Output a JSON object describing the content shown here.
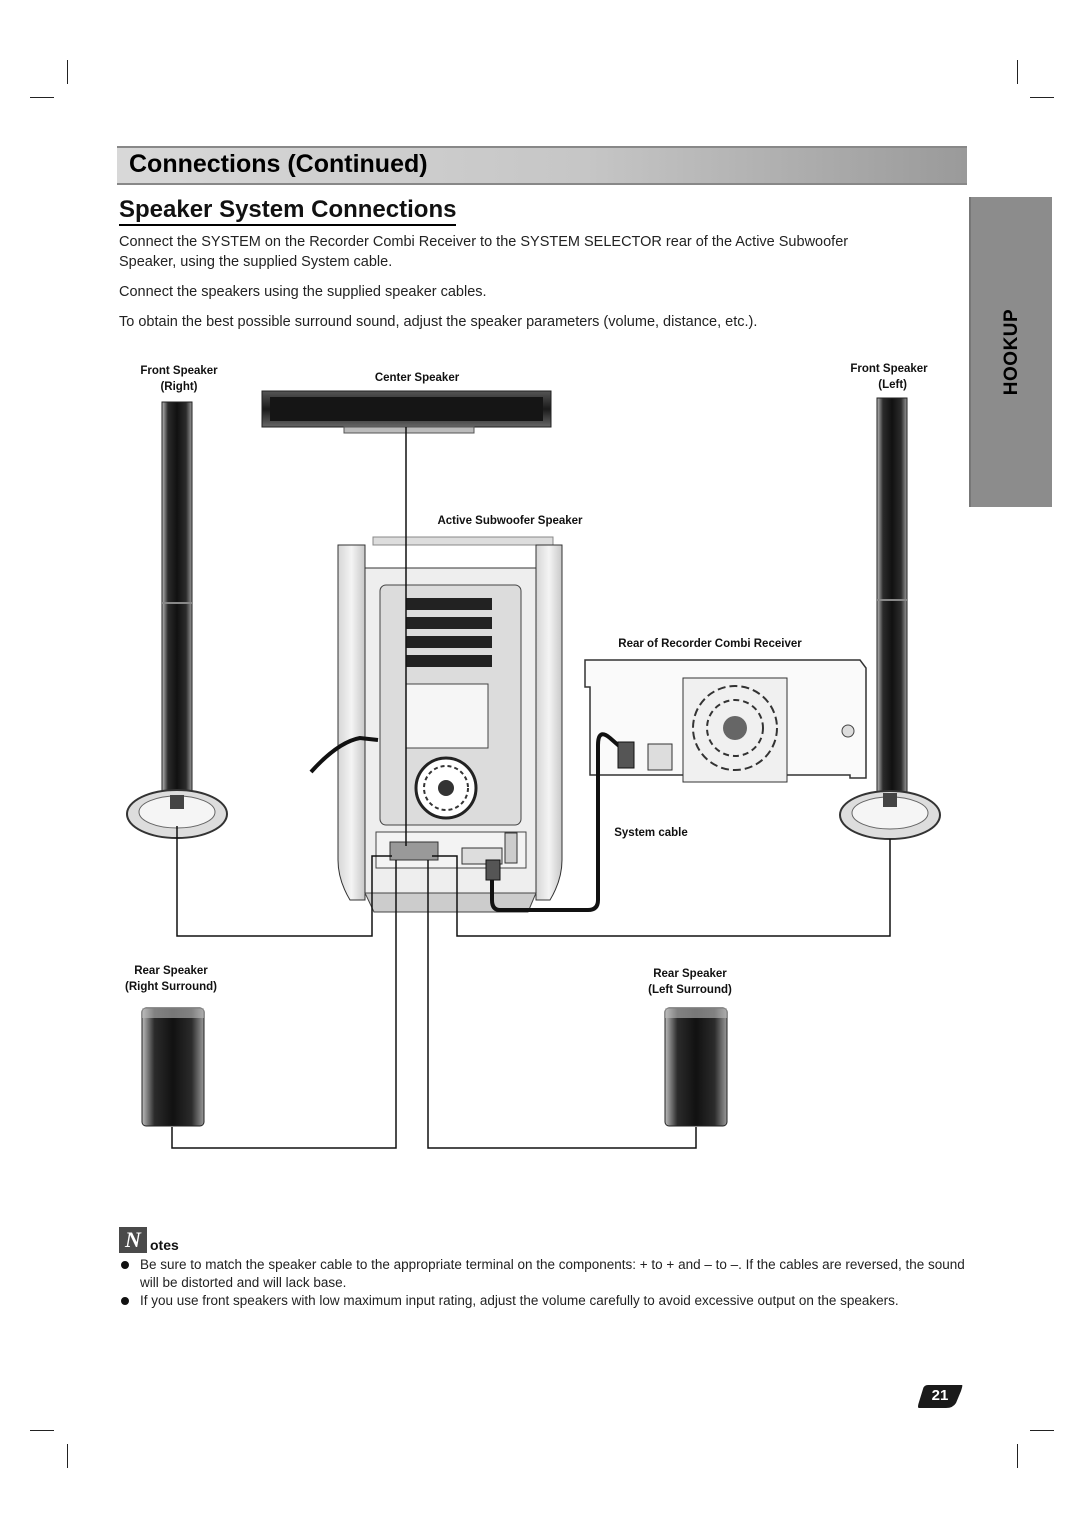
{
  "section_title": "Connections (Continued)",
  "subsection_title": "Speaker System Connections",
  "paragraphs": [
    "Connect the SYSTEM on the Recorder Combi Receiver to the SYSTEM SELECTOR rear of the Active Subwoofer Speaker, using the supplied System cable.",
    "Connect the speakers using the supplied speaker cables.",
    "To obtain the best possible surround sound, adjust the speaker parameters (volume, distance, etc.)."
  ],
  "side_tab": "HOOKUP",
  "diagram_labels": {
    "front_right_line1": "Front Speaker",
    "front_right_line2": "(Right)",
    "center": "Center Speaker",
    "front_left_line1": "Front Speaker",
    "front_left_line2": "(Left)",
    "subwoofer": "Active Subwoofer Speaker",
    "receiver": "Rear of Recorder Combi Receiver",
    "system_cable": "System cable",
    "rear_right_line1": "Rear Speaker",
    "rear_right_line2": "(Right Surround)",
    "rear_left_line1": "Rear Speaker",
    "rear_left_line2": "(Left Surround)"
  },
  "notes": {
    "icon_letter": "N",
    "label": "otes",
    "items": [
      "Be sure to match the speaker cable to the appropriate terminal on the components: + to + and – to –. If the cables are reversed, the sound will be distorted  and will lack base.",
      "If you use front speakers with low maximum input rating, adjust the volume carefully to avoid excessive output on the speakers."
    ]
  },
  "page_number": "21",
  "colors": {
    "side_tab": "#8c8c8c",
    "speaker_dark": "#2a2a2a",
    "page_badge": "#1a1a1a"
  }
}
